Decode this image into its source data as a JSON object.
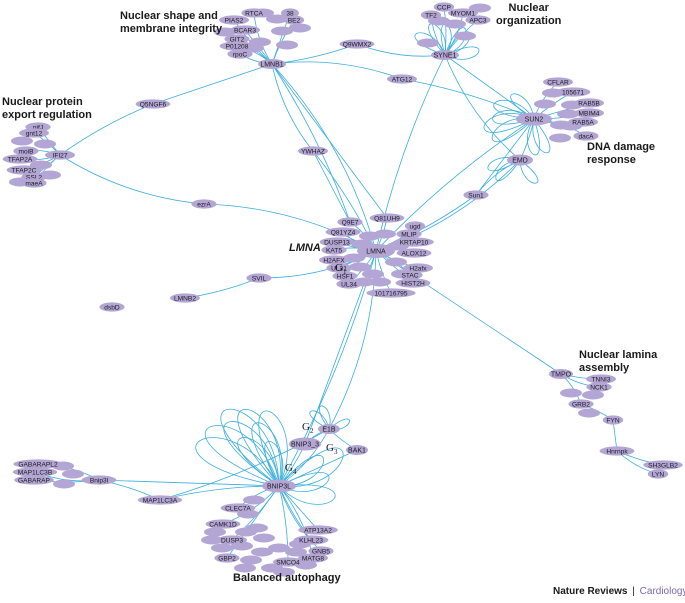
{
  "colors": {
    "node": "#b3a6d4",
    "edge": "#3aaede",
    "label": "#1a1a1a",
    "journal": "#7d68a8"
  },
  "cluster_labels": {
    "nuclear_shape": [
      "Nuclear shape and",
      "membrane integrity"
    ],
    "nuclear_organization": [
      "Nuclear",
      "organization"
    ],
    "nuclear_export": [
      "Nuclear protein",
      "export regulation"
    ],
    "dna_damage": [
      "DNA damage",
      "response"
    ],
    "lamina_assembly": [
      "Nuclear lamina",
      "assembly"
    ],
    "autophagy": [
      "Balanced autophagy"
    ]
  },
  "hub_gene_label": "LMNA",
  "gene_labels": {
    "G1": "G",
    "G1_sub": "1",
    "G2": "G",
    "G2_sub": "2",
    "G3": "G",
    "G3_sub": "3",
    "G4": "G",
    "G4_sub": "4"
  },
  "footer": {
    "publisher": "Nature Reviews",
    "separator": "|",
    "journal": "Cardiology"
  },
  "nodes": [
    {
      "id": "RTCA",
      "label": "RTCA"
    },
    {
      "id": "s38",
      "label": "38"
    },
    {
      "id": "PIAS2",
      "label": "PIAS2"
    },
    {
      "id": "BE2",
      "label": "BE2"
    },
    {
      "id": "BCAR3",
      "label": "BCAR3"
    },
    {
      "id": "GIT2",
      "label": "GIT2"
    },
    {
      "id": "P01208",
      "label": "P01208"
    },
    {
      "id": "rpoC",
      "label": "rpoC"
    },
    {
      "id": "LMNB1",
      "label": "LMNB1"
    },
    {
      "id": "Q9WMX2",
      "label": "Q9WMX2"
    },
    {
      "id": "ATG12",
      "label": "ATG12"
    },
    {
      "id": "CCP",
      "label": "CCP"
    },
    {
      "id": "MYOM1",
      "label": "MYOM1"
    },
    {
      "id": "TF2",
      "label": "TF2"
    },
    {
      "id": "APC3",
      "label": "APC3"
    },
    {
      "id": "SYNE1",
      "label": "SYNE1"
    },
    {
      "id": "CFLAR",
      "label": "CFLAR"
    },
    {
      "id": "n10567",
      "label": "105671"
    },
    {
      "id": "RAB5B",
      "label": "RAB5B"
    },
    {
      "id": "MBIM4",
      "label": "MBIM4"
    },
    {
      "id": "RAB5A",
      "label": "RAB5A"
    },
    {
      "id": "dacA",
      "label": "dacA"
    },
    {
      "id": "SUN2",
      "label": "SUN2"
    },
    {
      "id": "EMD",
      "label": "EMD"
    },
    {
      "id": "Sun1",
      "label": "Sun1"
    },
    {
      "id": "Q5NGF6",
      "label": "Q5NGF6"
    },
    {
      "id": "nifJ",
      "label": "nifJ"
    },
    {
      "id": "gnt12",
      "label": "gnt12"
    },
    {
      "id": "moiB",
      "label": "moiB"
    },
    {
      "id": "TFAP2A",
      "label": "TFAP2A"
    },
    {
      "id": "TFAP2C",
      "label": "TFAP2C"
    },
    {
      "id": "SSL2",
      "label": "SSL2"
    },
    {
      "id": "maeA",
      "label": "maeA"
    },
    {
      "id": "IFI27",
      "label": "IFI27"
    },
    {
      "id": "YWHAZ",
      "label": "YWHAZ"
    },
    {
      "id": "ezrA",
      "label": "ezrA"
    },
    {
      "id": "Q9E7",
      "label": "Q9E7"
    },
    {
      "id": "Q81UH9",
      "label": "Q81UH9"
    },
    {
      "id": "ugd",
      "label": "ugd"
    },
    {
      "id": "Q81YZ4",
      "label": "Q81YZ4"
    },
    {
      "id": "DUSP13",
      "label": "DUSP13"
    },
    {
      "id": "LMNA",
      "label": "LMNA"
    },
    {
      "id": "MLIP",
      "label": "MLIP"
    },
    {
      "id": "KRTAP10",
      "label": "KRTAP10"
    },
    {
      "id": "KAT5",
      "label": "KAT5"
    },
    {
      "id": "ALOX12",
      "label": "ALOX12"
    },
    {
      "id": "H2AFX",
      "label": "H2AFX"
    },
    {
      "id": "UL31",
      "label": "UL31"
    },
    {
      "id": "H2afx",
      "label": "H2afx"
    },
    {
      "id": "HSF1",
      "label": "HSF1"
    },
    {
      "id": "STAC",
      "label": "STAC"
    },
    {
      "id": "UL34",
      "label": "UL34"
    },
    {
      "id": "HIST2H",
      "label": "HIST2H"
    },
    {
      "id": "n1017",
      "label": "101716795"
    },
    {
      "id": "SVIL",
      "label": "SVIL"
    },
    {
      "id": "LMNB2",
      "label": "LMNB2"
    },
    {
      "id": "dsbD",
      "label": "dsbD"
    },
    {
      "id": "TMPO",
      "label": "TMPO"
    },
    {
      "id": "TNNI3",
      "label": "TNNI3"
    },
    {
      "id": "NCK1",
      "label": "NCK1"
    },
    {
      "id": "GRB2",
      "label": "GRB2"
    },
    {
      "id": "FYN",
      "label": "FYN"
    },
    {
      "id": "Hnrnpk",
      "label": "Hnrnpk"
    },
    {
      "id": "SH3GLB2",
      "label": "SH3GLB2"
    },
    {
      "id": "LYN",
      "label": "LYN"
    },
    {
      "id": "E1B",
      "label": "E1B"
    },
    {
      "id": "BAK1",
      "label": "BAK1"
    },
    {
      "id": "BNIP3_3",
      "label": "BNIP3_3"
    },
    {
      "id": "BNIP3L",
      "label": "BNIP3L"
    },
    {
      "id": "GABARAPL2",
      "label": "GABARAPL2"
    },
    {
      "id": "MAP1LC3B",
      "label": "MAP1LC3B"
    },
    {
      "id": "GABARAP",
      "label": "GABARAP"
    },
    {
      "id": "Bnip3l",
      "label": "Bnip3l"
    },
    {
      "id": "MAP1LC3A",
      "label": "MAP1LC3A"
    },
    {
      "id": "CLEC7A",
      "label": "CLEC7A"
    },
    {
      "id": "CAMK1D",
      "label": "CAMK1D"
    },
    {
      "id": "DUSP3",
      "label": "DUSP3"
    },
    {
      "id": "ATP13A2",
      "label": "ATP13A2"
    },
    {
      "id": "KLHL23",
      "label": "KLHL23"
    },
    {
      "id": "GNB5",
      "label": "GNB5"
    },
    {
      "id": "MATG8",
      "label": "MATG8"
    },
    {
      "id": "SMCO4",
      "label": "SMCO4"
    },
    {
      "id": "GBP2",
      "label": "GBP2"
    }
  ],
  "edges": [
    [
      "LMNB1",
      "RTCA"
    ],
    [
      "LMNB1",
      "PIAS2"
    ],
    [
      "LMNB1",
      "BCAR3"
    ],
    [
      "LMNB1",
      "GIT2"
    ],
    [
      "LMNB1",
      "P01208"
    ],
    [
      "LMNB1",
      "rpoC"
    ],
    [
      "LMNB1",
      "BE2"
    ],
    [
      "LMNB1",
      "s38"
    ],
    [
      "LMNB1",
      "Q9WMX2"
    ],
    [
      "Q9WMX2",
      "SYNE1"
    ],
    [
      "LMNB1",
      "ATG12"
    ],
    [
      "ATG12",
      "SUN2"
    ],
    [
      "LMNB1",
      "Q5NGF6"
    ],
    [
      "Q5NGF6",
      "IFI27"
    ],
    [
      "LMNB1",
      "YWHAZ"
    ],
    [
      "LMNB1",
      "LMNA"
    ],
    [
      "LMNB1",
      "Q9E7"
    ],
    [
      "LMNB1",
      "Q81UH9"
    ],
    [
      "SYNE1",
      "CCP"
    ],
    [
      "SYNE1",
      "MYOM1"
    ],
    [
      "SYNE1",
      "TF2"
    ],
    [
      "SYNE1",
      "APC3"
    ],
    [
      "SYNE1",
      "SUN2"
    ],
    [
      "SYNE1",
      "LMNA"
    ],
    [
      "SYNE1",
      "EMD"
    ],
    [
      "SUN2",
      "CFLAR"
    ],
    [
      "SUN2",
      "n10567"
    ],
    [
      "SUN2",
      "RAB5B"
    ],
    [
      "SUN2",
      "MBIM4"
    ],
    [
      "SUN2",
      "RAB5A"
    ],
    [
      "SUN2",
      "dacA"
    ],
    [
      "SUN2",
      "EMD"
    ],
    [
      "SUN2",
      "Sun1"
    ],
    [
      "SUN2",
      "LMNA"
    ],
    [
      "EMD",
      "Sun1"
    ],
    [
      "EMD",
      "LMNA"
    ],
    [
      "Sun1",
      "LMNA"
    ],
    [
      "IFI27",
      "nifJ"
    ],
    [
      "IFI27",
      "gnt12"
    ],
    [
      "IFI27",
      "moiB"
    ],
    [
      "IFI27",
      "TFAP2A"
    ],
    [
      "IFI27",
      "TFAP2C"
    ],
    [
      "IFI27",
      "SSL2"
    ],
    [
      "IFI27",
      "maeA"
    ],
    [
      "IFI27",
      "ezrA"
    ],
    [
      "ezrA",
      "LMNA"
    ],
    [
      "YWHAZ",
      "LMNA"
    ],
    [
      "YWHAZ",
      "Q9E7"
    ],
    [
      "LMNA",
      "Q81UH9"
    ],
    [
      "LMNA",
      "ugd"
    ],
    [
      "LMNA",
      "Q81YZ4"
    ],
    [
      "LMNA",
      "DUSP13"
    ],
    [
      "LMNA",
      "MLIP"
    ],
    [
      "LMNA",
      "KRTAP10"
    ],
    [
      "LMNA",
      "KAT5"
    ],
    [
      "LMNA",
      "ALOX12"
    ],
    [
      "LMNA",
      "H2AFX"
    ],
    [
      "LMNA",
      "UL31"
    ],
    [
      "LMNA",
      "H2afx"
    ],
    [
      "LMNA",
      "HSF1"
    ],
    [
      "LMNA",
      "STAC"
    ],
    [
      "LMNA",
      "UL34"
    ],
    [
      "LMNA",
      "HIST2H"
    ],
    [
      "LMNA",
      "n1017"
    ],
    [
      "LMNA",
      "Q9E7"
    ],
    [
      "LMNA",
      "SVIL"
    ],
    [
      "SVIL",
      "LMNB2"
    ],
    [
      "LMNA",
      "TMPO"
    ],
    [
      "TMPO",
      "TNNI3"
    ],
    [
      "TMPO",
      "NCK1"
    ],
    [
      "TMPO",
      "GRB2"
    ],
    [
      "GRB2",
      "FYN"
    ],
    [
      "FYN",
      "Hnrnpk"
    ],
    [
      "Hnrnpk",
      "SH3GLB2"
    ],
    [
      "Hnrnpk",
      "LYN"
    ],
    [
      "LMNA",
      "E1B"
    ],
    [
      "LMNA",
      "BNIP3L"
    ],
    [
      "LMNA",
      "BNIP3_3"
    ],
    [
      "E1B",
      "BAK1"
    ],
    [
      "E1B",
      "BNIP3_3"
    ],
    [
      "E1B",
      "BNIP3L"
    ],
    [
      "BNIP3_3",
      "BNIP3L"
    ],
    [
      "BAK1",
      "BNIP3L"
    ],
    [
      "BNIP3L",
      "MAP1LC3A"
    ],
    [
      "BNIP3L",
      "CLEC7A"
    ],
    [
      "BNIP3L",
      "CAMK1D"
    ],
    [
      "BNIP3L",
      "DUSP3"
    ],
    [
      "BNIP3L",
      "ATP13A2"
    ],
    [
      "BNIP3L",
      "KLHL23"
    ],
    [
      "BNIP3L",
      "GNB5"
    ],
    [
      "BNIP3L",
      "MATG8"
    ],
    [
      "BNIP3L",
      "SMCO4"
    ],
    [
      "BNIP3L",
      "GBP2"
    ],
    [
      "MAP1LC3A",
      "Bnip3l"
    ],
    [
      "Bnip3l",
      "GABARAPL2"
    ],
    [
      "Bnip3l",
      "MAP1LC3B"
    ],
    [
      "Bnip3l",
      "GABARAP"
    ],
    [
      "Bnip3l",
      "BNIP3L"
    ],
    [
      "MAP1LC3A",
      "E1B"
    ]
  ]
}
